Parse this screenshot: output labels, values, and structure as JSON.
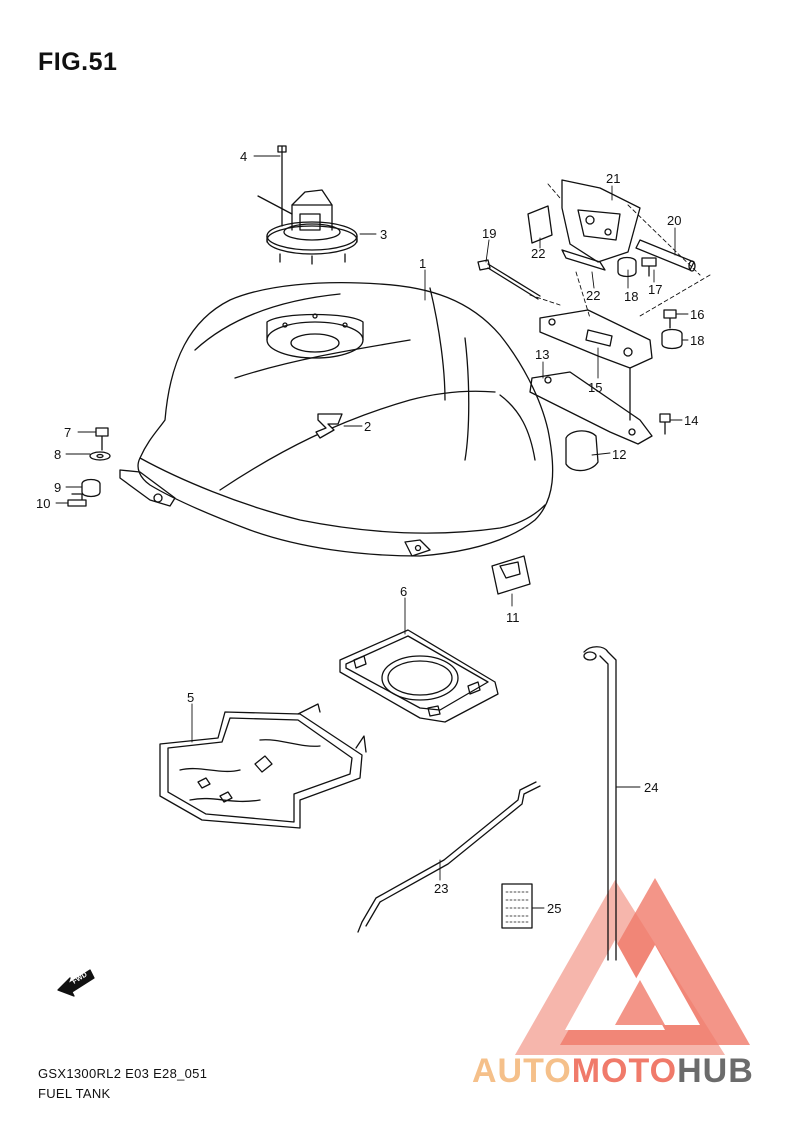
{
  "figure": {
    "title": "FIG.51",
    "model_code": "GSX1300RL2 E03 E28_051",
    "name": "FUEL TANK",
    "fwd_label": "FWD"
  },
  "watermark": {
    "part1": "AUTO",
    "part2": "MOTO",
    "part3": "HUB",
    "color_light": "#f5c08a",
    "color_mid": "#f07a6a",
    "color_dark": "#6b6b6b"
  },
  "callouts": [
    {
      "id": "1",
      "label": "1"
    },
    {
      "id": "2",
      "label": "2"
    },
    {
      "id": "3",
      "label": "3"
    },
    {
      "id": "4",
      "label": "4"
    },
    {
      "id": "5",
      "label": "5"
    },
    {
      "id": "6",
      "label": "6"
    },
    {
      "id": "7",
      "label": "7"
    },
    {
      "id": "8",
      "label": "8"
    },
    {
      "id": "9",
      "label": "9"
    },
    {
      "id": "10",
      "label": "10"
    },
    {
      "id": "11",
      "label": "11"
    },
    {
      "id": "12",
      "label": "12"
    },
    {
      "id": "13",
      "label": "13"
    },
    {
      "id": "14",
      "label": "14"
    },
    {
      "id": "15",
      "label": "15"
    },
    {
      "id": "16",
      "label": "16"
    },
    {
      "id": "17",
      "label": "17"
    },
    {
      "id": "18a",
      "label": "18"
    },
    {
      "id": "18b",
      "label": "18"
    },
    {
      "id": "19",
      "label": "19"
    },
    {
      "id": "20",
      "label": "20"
    },
    {
      "id": "21",
      "label": "21"
    },
    {
      "id": "22a",
      "label": "22"
    },
    {
      "id": "22b",
      "label": "22"
    },
    {
      "id": "23",
      "label": "23"
    },
    {
      "id": "24",
      "label": "24"
    },
    {
      "id": "25",
      "label": "25"
    }
  ]
}
